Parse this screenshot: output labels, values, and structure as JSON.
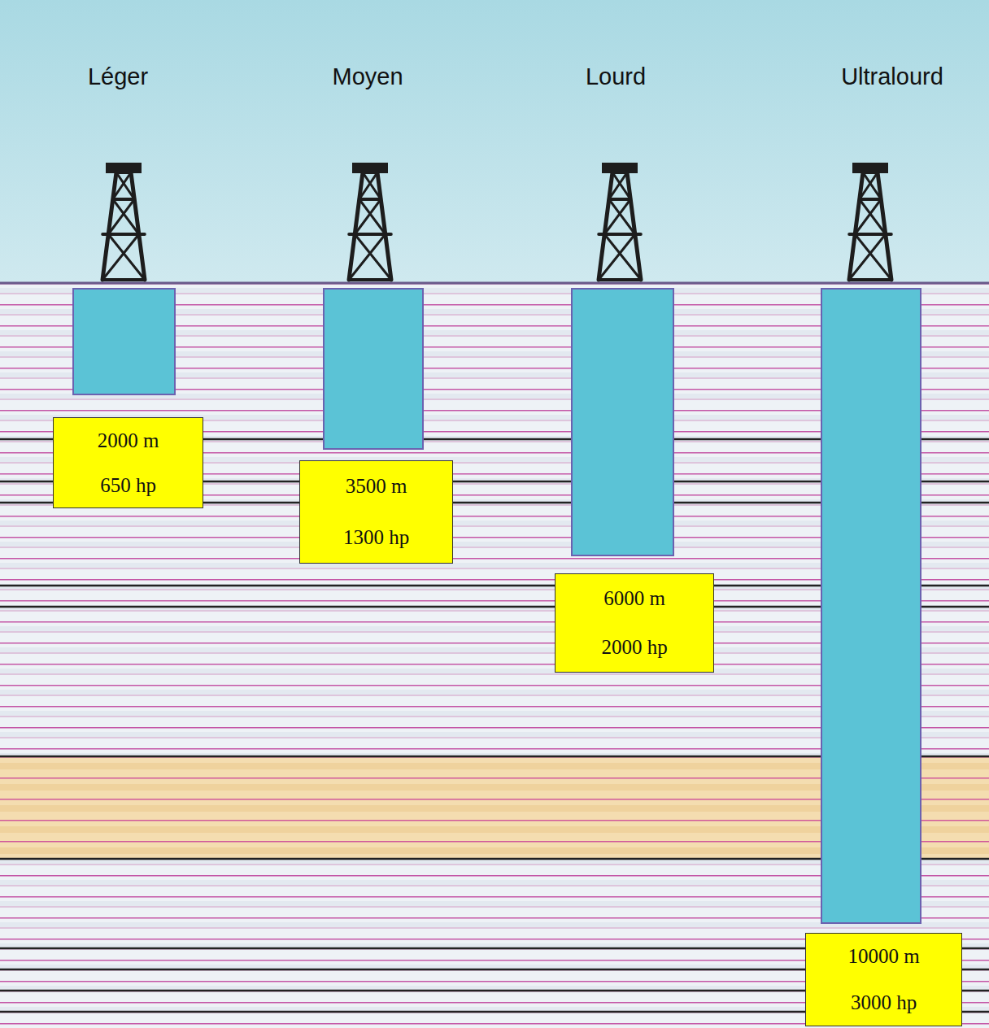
{
  "diagram": {
    "nodes": [
      {
        "text": [
          "2000 m",
          "650 hp"
        ]
      },
      {
        "text": [
          "3500 m",
          "1300 hp"
        ]
      },
      {
        "text": [
          "6000 m",
          "2000 hp"
        ]
      },
      {
        "text": [
          "10000 m",
          "3000 hp"
        ]
      }
    ],
    "labels": [
      "Léger",
      "Moyen",
      "Lourd",
      "Ultralourd"
    ]
  }
}
